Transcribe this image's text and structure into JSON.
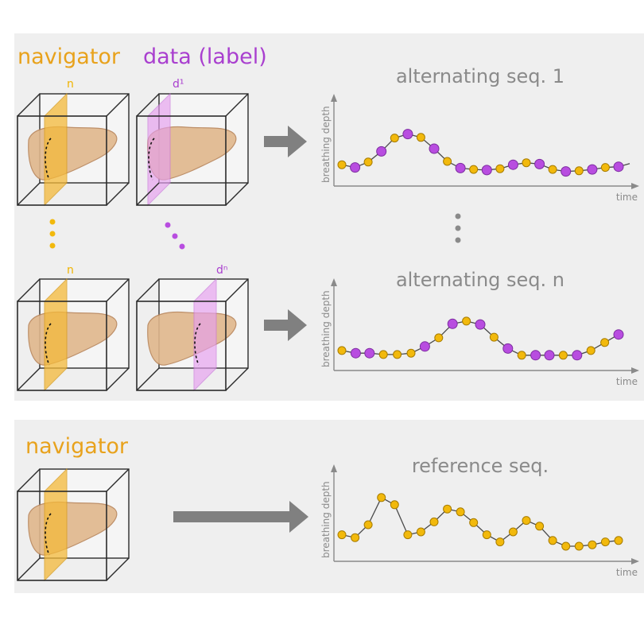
{
  "labels": {
    "navigator": "navigator",
    "data_label": "data (label)",
    "nav_slice": "n",
    "data_slice_first": "d¹",
    "data_slice_last": "dⁿ",
    "navigator_bottom": "navigator"
  },
  "charts": [
    {
      "title": "alternating seq. 1",
      "ylabel": "breathing depth",
      "xlabel": "time",
      "values": [
        0.2,
        0.16,
        0.24,
        0.4,
        0.6,
        0.66,
        0.61,
        0.44,
        0.25,
        0.15,
        0.13,
        0.12,
        0.14,
        0.2,
        0.23,
        0.21,
        0.13,
        0.1,
        0.11,
        0.13,
        0.16,
        0.17
      ],
      "kinds": [
        "nav",
        "data",
        "nav",
        "data",
        "nav",
        "data",
        "nav",
        "data",
        "nav",
        "data",
        "nav",
        "data",
        "nav",
        "data",
        "nav",
        "data",
        "nav",
        "data",
        "nav",
        "data",
        "nav",
        "data"
      ]
    },
    {
      "title": "alternating seq. n",
      "ylabel": "breathing depth",
      "xlabel": "time",
      "values": [
        0.18,
        0.14,
        0.14,
        0.12,
        0.12,
        0.14,
        0.24,
        0.37,
        0.58,
        0.62,
        0.57,
        0.38,
        0.21,
        0.11,
        0.11,
        0.11,
        0.11,
        0.11,
        0.18,
        0.3,
        0.42
      ],
      "kinds": [
        "nav",
        "data",
        "data",
        "nav",
        "nav",
        "nav",
        "data",
        "nav",
        "data",
        "nav",
        "data",
        "nav",
        "data",
        "nav",
        "data",
        "data",
        "nav",
        "data",
        "nav",
        "nav",
        "data"
      ]
    },
    {
      "title": "reference seq.",
      "ylabel": "breathing depth",
      "xlabel": "time",
      "values": [
        0.26,
        0.22,
        0.4,
        0.78,
        0.68,
        0.26,
        0.3,
        0.44,
        0.62,
        0.58,
        0.43,
        0.26,
        0.16,
        0.3,
        0.46,
        0.38,
        0.18,
        0.1,
        0.1,
        0.12,
        0.16,
        0.18
      ],
      "kinds": [
        "nav",
        "nav",
        "nav",
        "nav",
        "nav",
        "nav",
        "nav",
        "nav",
        "nav",
        "nav",
        "nav",
        "nav",
        "nav",
        "nav",
        "nav",
        "nav",
        "nav",
        "nav",
        "nav",
        "nav",
        "nav",
        "nav"
      ]
    }
  ],
  "colors": {
    "navigator": "#f2b90c",
    "data": "#b84de0",
    "panel": "#efefef",
    "arrow": "#808080",
    "liver": "#e0b78c",
    "liver_edge": "#b8855a",
    "nav_plane": "#f4b93a",
    "data_plane": "#e69ff0"
  }
}
